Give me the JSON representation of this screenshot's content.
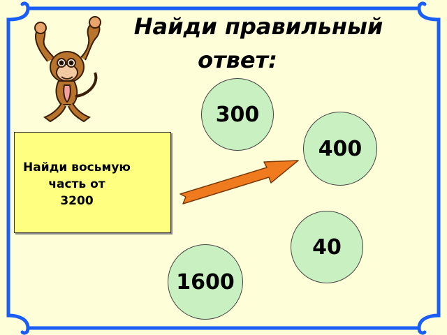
{
  "title": {
    "line1": "Найди  правильный",
    "line2": "ответ:"
  },
  "task": {
    "text": "Найди  восьмую\nчасть  от\n3200"
  },
  "answers": [
    {
      "label": "300"
    },
    {
      "label": "400"
    },
    {
      "label": "40"
    },
    {
      "label": "1600"
    }
  ],
  "colors": {
    "background": "#fefed8",
    "frame": "#1a5ef5",
    "task_box": "#ffff80",
    "answer_circle": "#c8f0c0",
    "arrow": "#f07a1e"
  },
  "icons": {
    "mascot": "monkey-icon",
    "pointer": "arrow-icon"
  }
}
